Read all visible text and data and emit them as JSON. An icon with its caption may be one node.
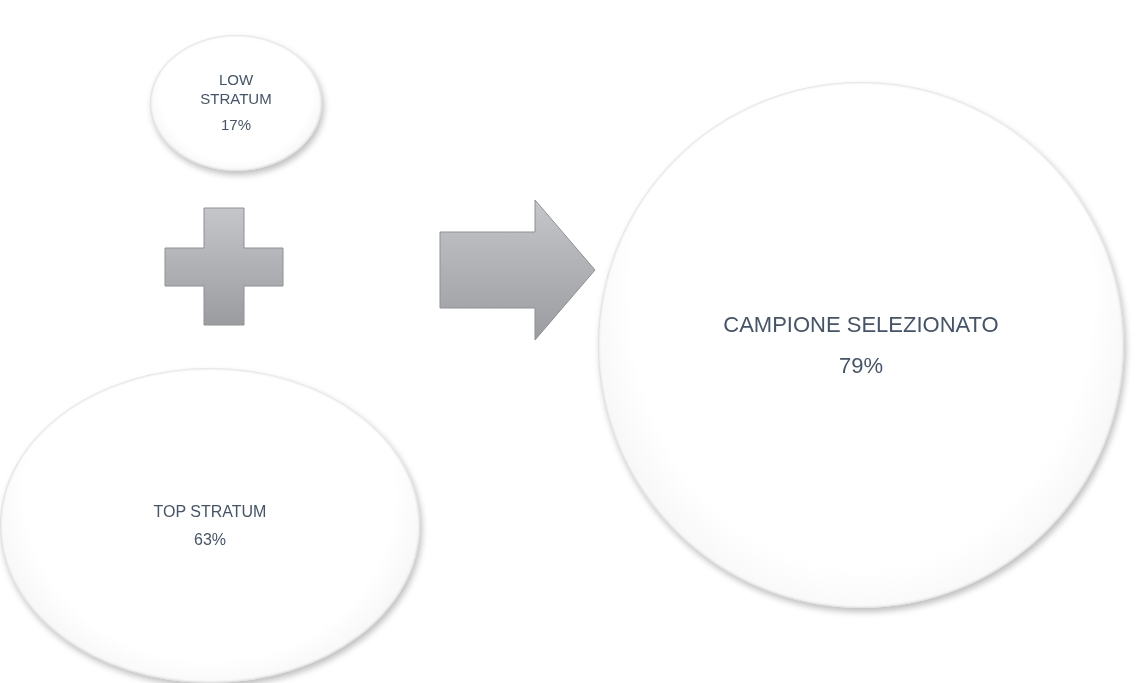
{
  "diagram": {
    "nodes": [
      {
        "text": [
          "LOW STRATUM",
          "17%"
        ]
      },
      {
        "text": [
          "TOP STRATUM",
          "63%"
        ]
      },
      {
        "text": [
          "CAMPIONE SELEZIONATO",
          "79%"
        ]
      }
    ],
    "edges": [
      {
        "from": null,
        "to": 2,
        "arrow": "to"
      }
    ]
  }
}
